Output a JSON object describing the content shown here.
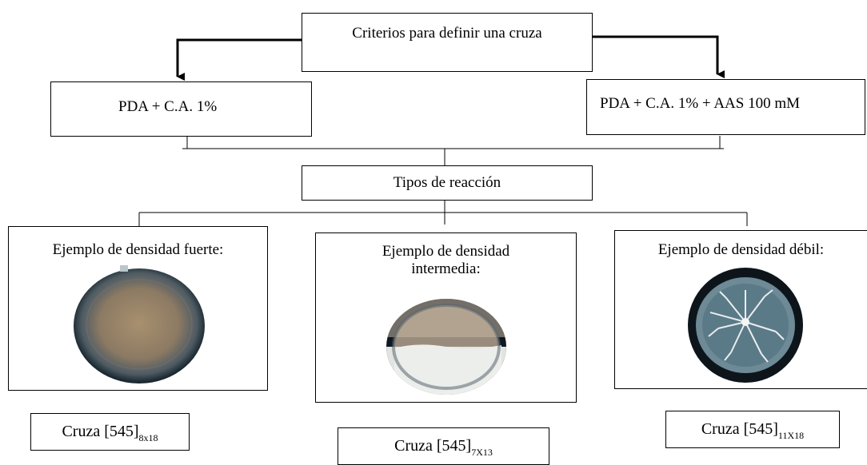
{
  "root": {
    "label": "Criterios para definir una cruza"
  },
  "branch_left": {
    "label": "PDA + C.A. 1%"
  },
  "branch_right": {
    "label": "PDA + C.A. 1% + AAS 100 mM"
  },
  "reaction": {
    "label": "Tipos de reacción"
  },
  "examples": [
    {
      "title": "Ejemplo de densidad fuerte:",
      "caption_main": "Cruza [545]",
      "caption_sub": "8x18"
    },
    {
      "title": "Ejemplo de densidad intermedia:",
      "caption_main": "Cruza [545]",
      "caption_sub": "7X13"
    },
    {
      "title": "Ejemplo de densidad débil:",
      "caption_main": "Cruza [545]",
      "caption_sub": "11X18"
    }
  ],
  "colors": {
    "line": "#000000",
    "background": "#ffffff"
  }
}
